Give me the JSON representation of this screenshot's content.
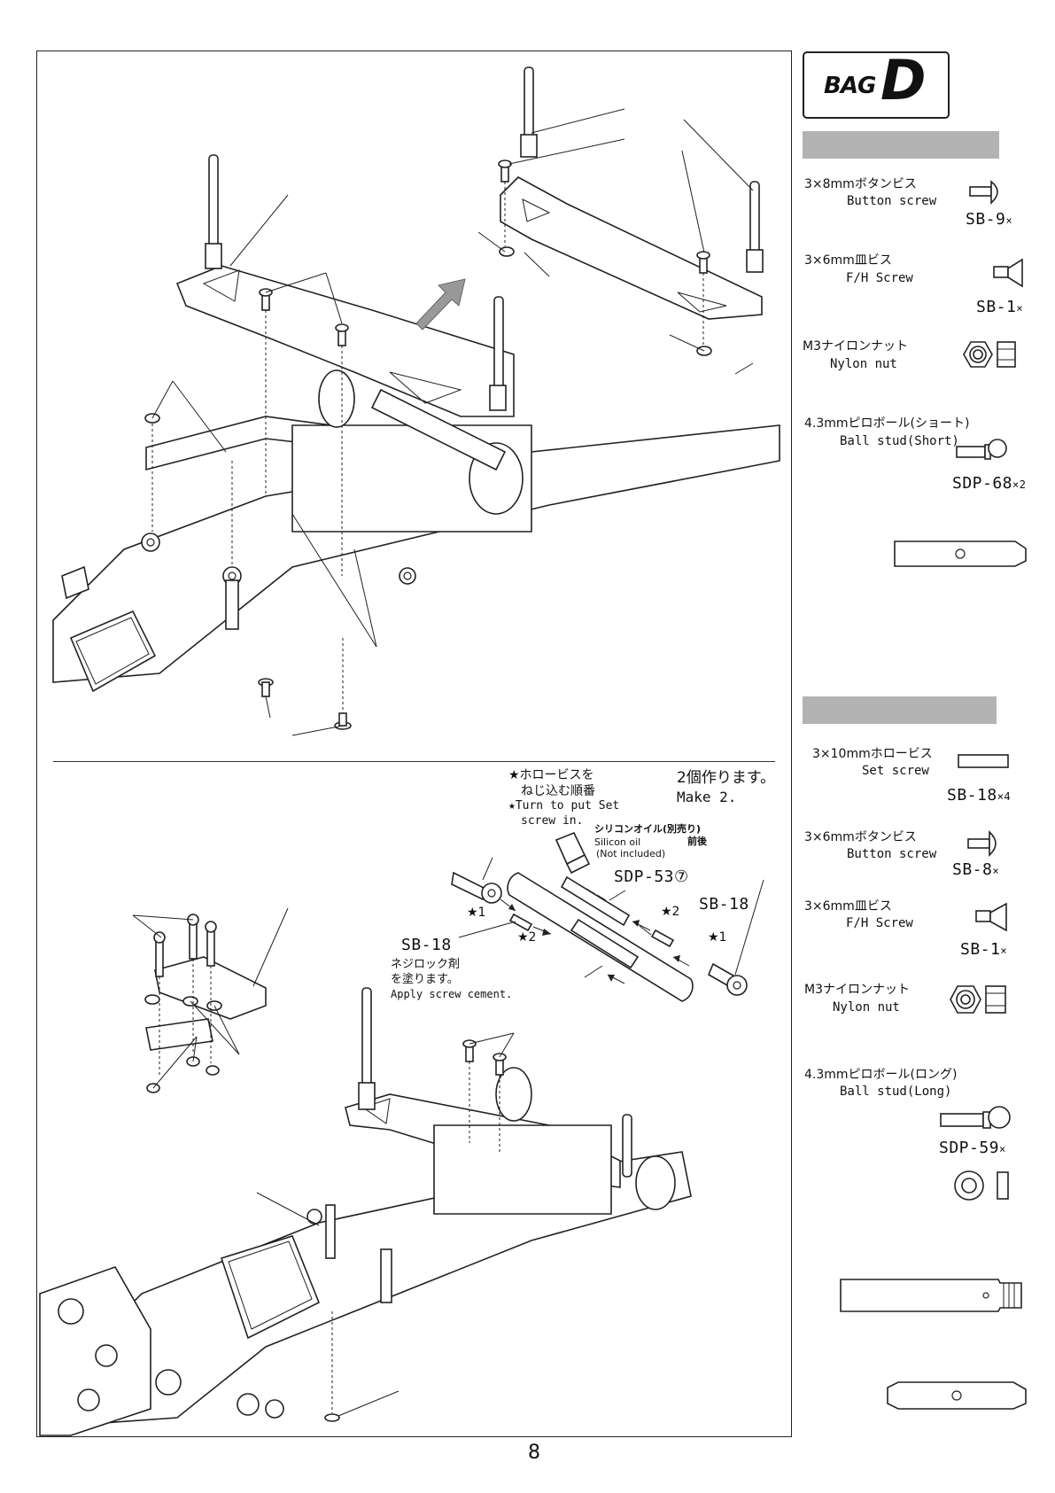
{
  "bag": {
    "word": "BAG",
    "letter": "D"
  },
  "page_number": "8",
  "step1_parts": [
    {
      "jp": "3×8mmボタンビス",
      "en": "Button screw",
      "code": "SB-9",
      "qty": "×",
      "icon": "button-screw-icon"
    },
    {
      "jp": "3×6mm皿ビス",
      "en": "F/H Screw",
      "code": "SB-1",
      "qty": "×",
      "icon": "flat-head-screw-icon"
    },
    {
      "jp": "M3ナイロンナット",
      "en": "Nylon nut",
      "code": "",
      "qty": "",
      "icon": "nylon-nut-icon"
    },
    {
      "jp": "4.3mmピロボール(ショート)",
      "en": "Ball stud(Short)",
      "code": "SDP-68",
      "qty": "×2",
      "icon": "ball-stud-short-icon"
    }
  ],
  "step2_parts": [
    {
      "jp": "3×10mmホロービス",
      "en": "Set screw",
      "code": "SB-18",
      "qty": "×4",
      "icon": "set-screw-icon"
    },
    {
      "jp": "3×6mmボタンビス",
      "en": "Button screw",
      "code": "SB-8",
      "qty": "×",
      "icon": "button-screw-icon"
    },
    {
      "jp": "3×6mm皿ビス",
      "en": "F/H Screw",
      "code": "SB-1",
      "qty": "×",
      "icon": "flat-head-screw-icon"
    },
    {
      "jp": "M3ナイロンナット",
      "en": "Nylon nut",
      "code": "",
      "qty": "",
      "icon": "nylon-nut-icon"
    },
    {
      "jp": "4.3mmピロボール(ロング)",
      "en": "Ball stud(Long)",
      "code": "SDP-59",
      "qty": "×",
      "icon": "ball-stud-long-icon"
    }
  ],
  "turnbuckle": {
    "note_jp_1": "★ホロービスを",
    "note_jp_2": "ねじ込む順番",
    "note_en_1": "★Turn to put Set",
    "note_en_2": "screw in.",
    "make_jp": "2個作ります。",
    "make_en": "Make 2.",
    "oil_jp": "シリコンオイル(別売り)",
    "oil_en_1": "Silicon oil",
    "oil_en_2": "(Not included)",
    "oil_side": "前後",
    "sdp_label": "SDP-53⑦",
    "sb18_right": "SB-18",
    "sb18_left": "SB-18",
    "star1_left": "★1",
    "star2_left": "★2",
    "star2_right": "★2",
    "star1_right": "★1",
    "cement_jp_1": "ネジロック剤",
    "cement_jp_2": "を塗ります。",
    "cement_en": "Apply screw cement."
  }
}
